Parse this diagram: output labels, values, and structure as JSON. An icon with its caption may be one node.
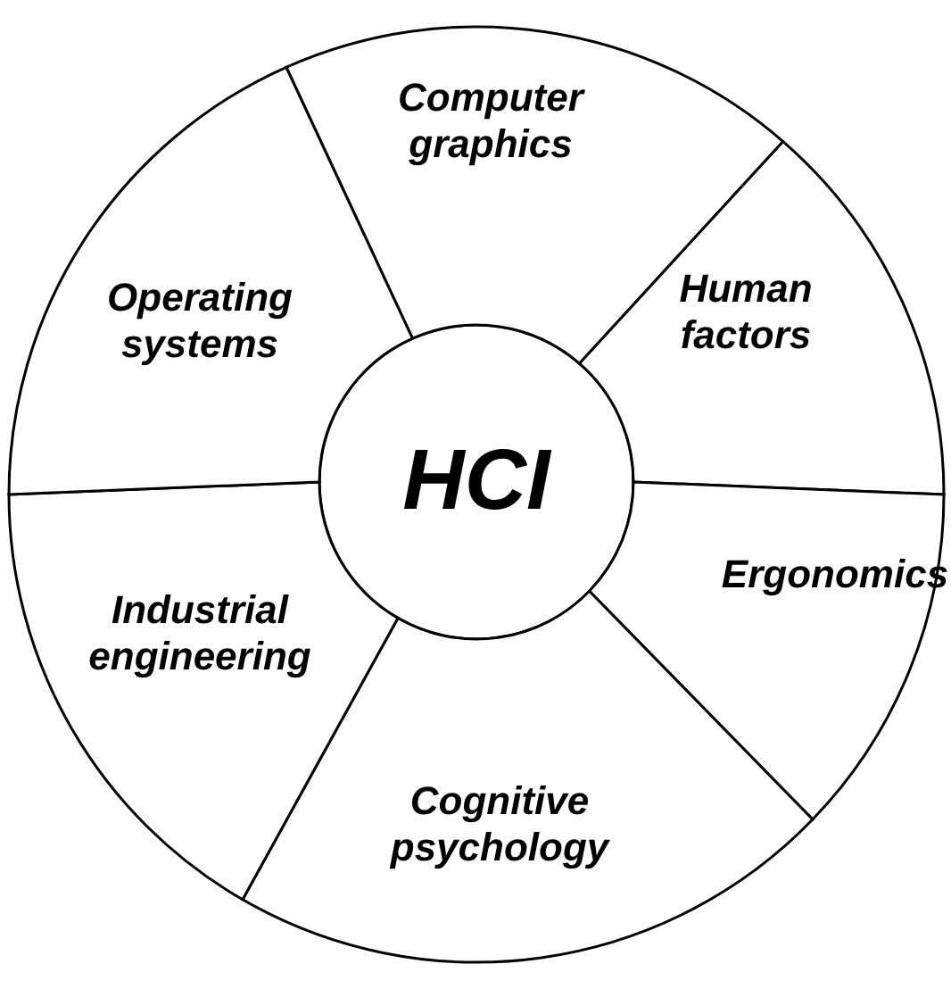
{
  "diagram": {
    "nodes": [
      {
        "text": [
          "HCI"
        ]
      },
      {
        "text": [
          "Computer graphics"
        ]
      },
      {
        "text": [
          "Human factors"
        ]
      },
      {
        "text": [
          "Ergonomics"
        ]
      },
      {
        "text": [
          "Cognitive psychology"
        ]
      },
      {
        "text": [
          "Industrial engineering"
        ]
      },
      {
        "text": [
          "Operating systems"
        ]
      }
    ],
    "edges": []
  }
}
